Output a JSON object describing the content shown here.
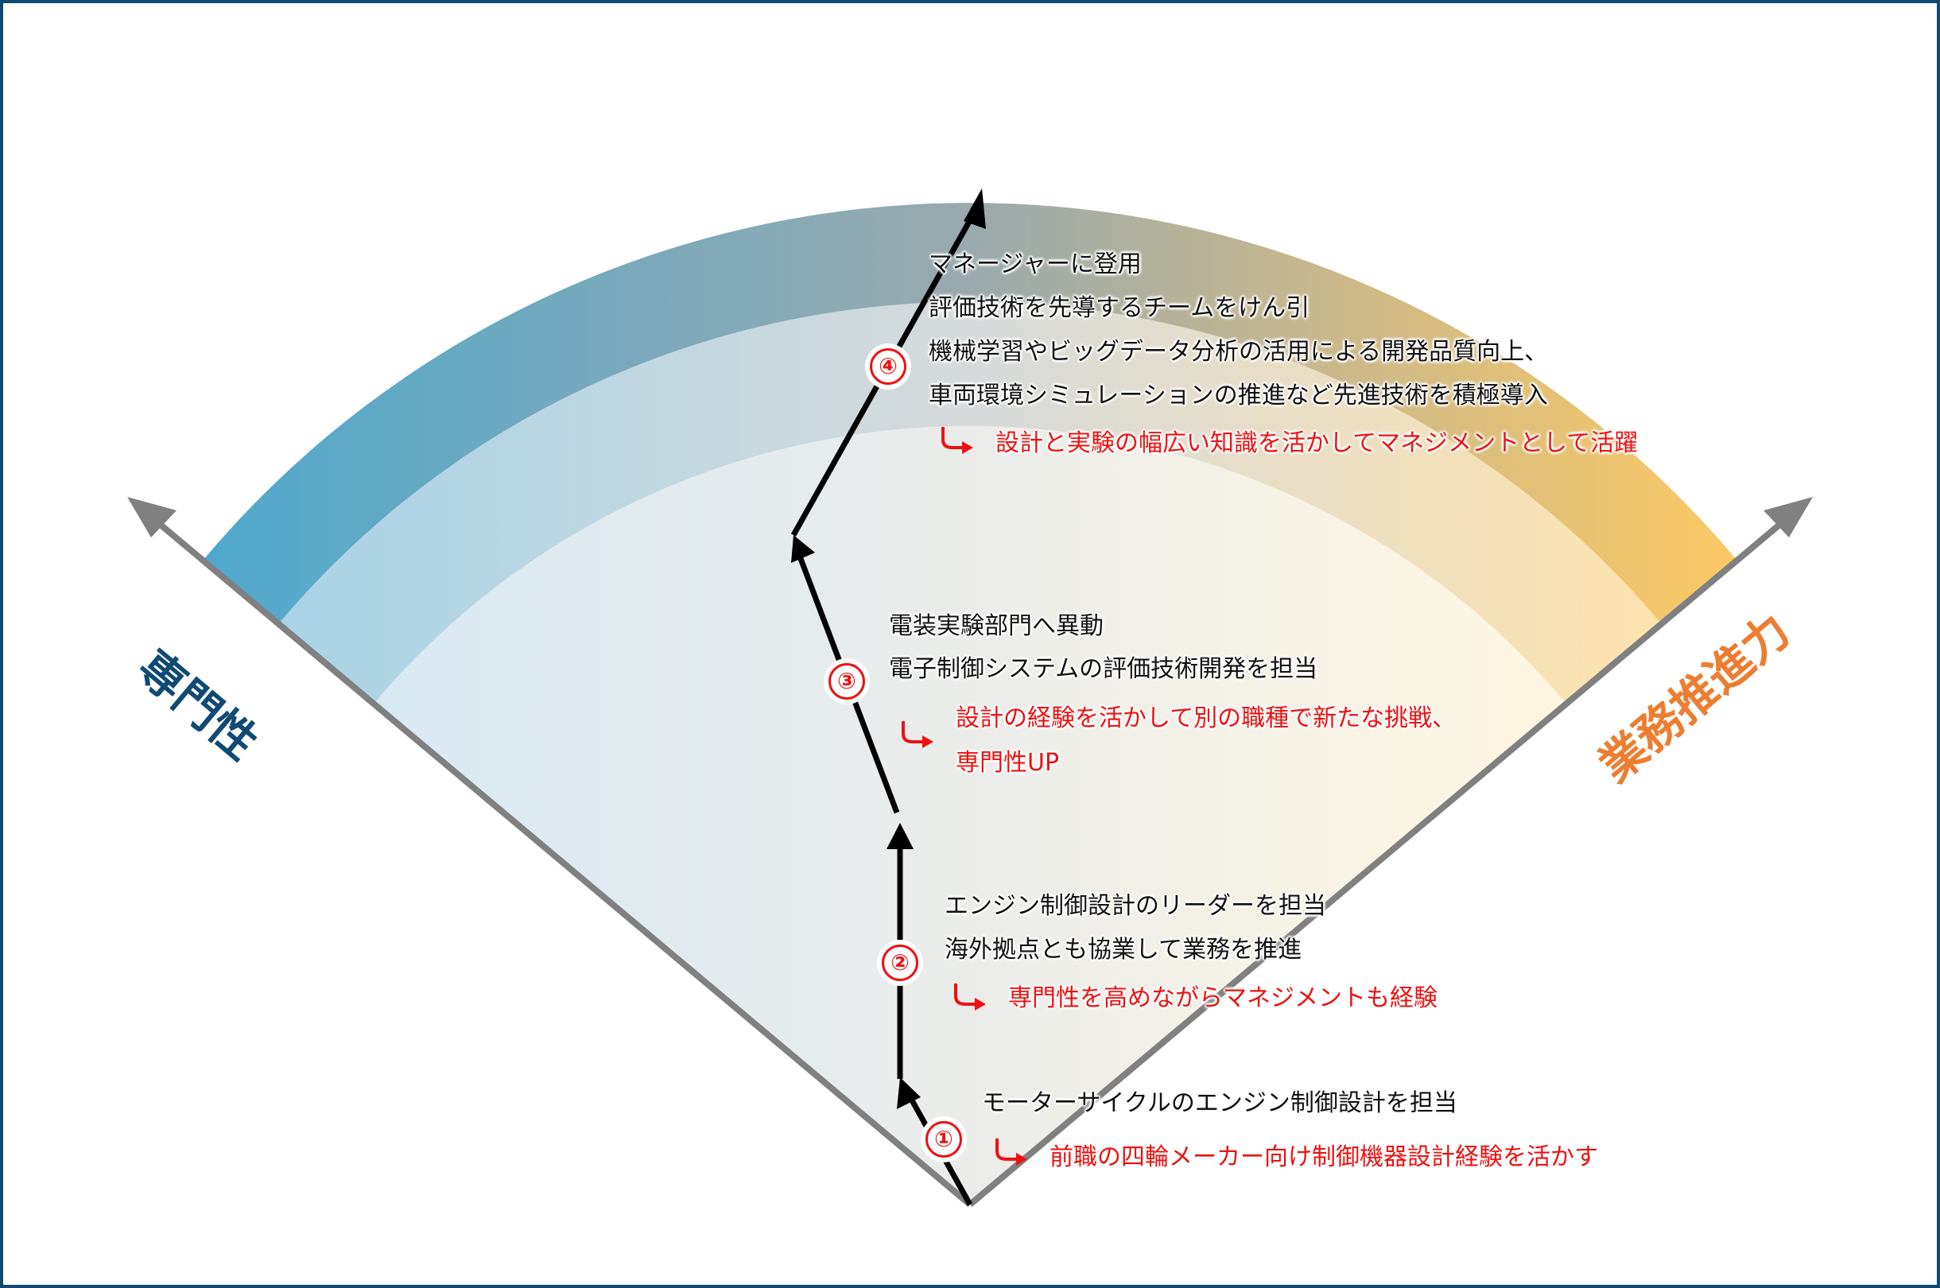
{
  "axes": {
    "left_label": "専門性",
    "right_label": "業務推進力",
    "left_color": "#0f4a74",
    "right_color": "#ed7d31"
  },
  "colors": {
    "frame": "#0f4a74",
    "fan_blue_outer": "#4fa9cd",
    "fan_blue_mid": "#a8d3e6",
    "fan_blue_inner": "#d8e9f3",
    "fan_orange_outer": "#fdc964",
    "fan_orange_mid": "#fee3ad",
    "fan_orange_inner": "#fff5dd",
    "axis_gray": "#808080",
    "accent_red": "#ee1111"
  },
  "steps": [
    {
      "number": "①",
      "lines": [
        "モーターサイクルのエンジン制御設計を担当"
      ],
      "outcome": [
        "前職の四輪メーカー向け制御機器設計経験を活かす"
      ]
    },
    {
      "number": "②",
      "lines": [
        "エンジン制御設計のリーダーを担当",
        "海外拠点とも協業して業務を推進"
      ],
      "outcome": [
        "専門性を高めながらマネジメントも経験"
      ]
    },
    {
      "number": "③",
      "lines": [
        "電装実験部門へ異動",
        "電子制御システムの評価技術開発を担当"
      ],
      "outcome": [
        "設計の経験を活かして別の職種で新たな挑戦、",
        "専門性UP"
      ]
    },
    {
      "number": "④",
      "lines": [
        "マネージャーに登用",
        "評価技術を先導するチームをけん引",
        "機械学習やビッグデータ分析の活用による開発品質向上、",
        "車両環境シミュレーションの推進など先進技術を積極導入"
      ],
      "outcome": [
        "設計と実験の幅広い知識を活かしてマネジメントとして活躍"
      ]
    }
  ]
}
